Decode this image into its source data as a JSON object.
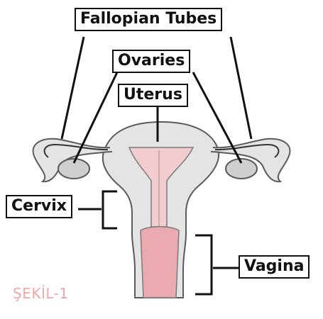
{
  "labels": {
    "fallopian_tubes": "Fallopian Tubes",
    "ovaries": "Ovaries",
    "uterus": "Uterus",
    "cervix": "Cervix",
    "vagina": "Vagina"
  },
  "caption": "ŞEKİL-1",
  "colors": {
    "outline": "#5a5a5a",
    "organ_fill": "#e4e4e4",
    "uterus_inner": "#f3cccf",
    "vagina_inner": "#eba9b0",
    "ovary_fill": "#cfcfcf",
    "leader_line": "#111111",
    "caption": "#f0a8a8"
  }
}
